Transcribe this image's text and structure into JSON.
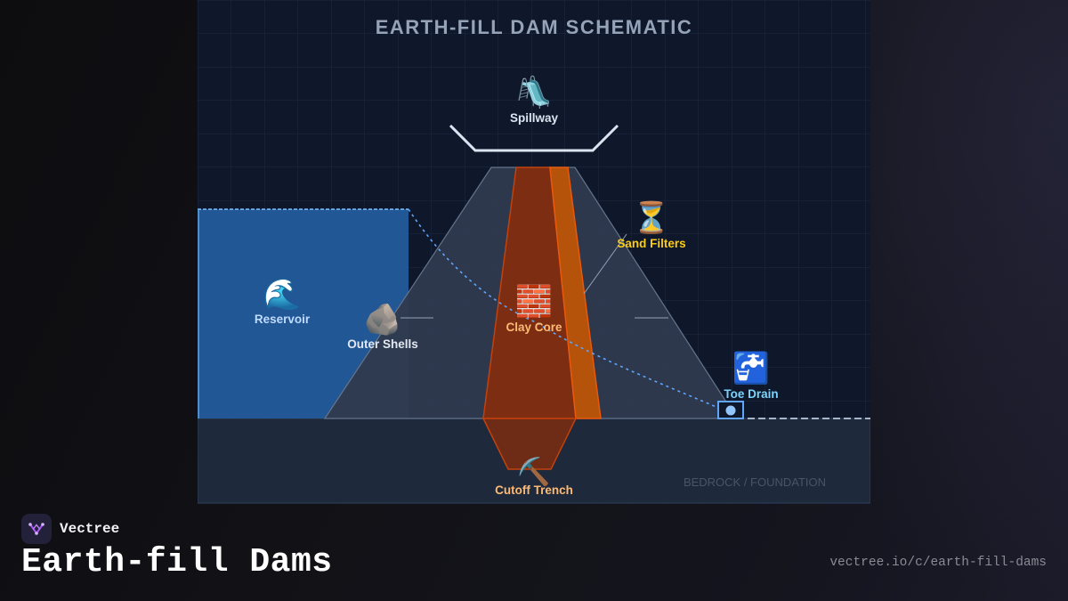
{
  "diagram": {
    "title": "EARTH-FILL DAM SCHEMATIC",
    "labels": {
      "spillway": "Spillway",
      "sand_filters": "Sand Filters",
      "reservoir": "Reservoir",
      "outer_shells": "Outer Shells",
      "clay_core": "Clay Core",
      "toe_drain": "Toe Drain",
      "cutoff_trench": "Cutoff Trench",
      "bedrock": "BEDROCK / FOUNDATION"
    },
    "icons": {
      "spillway": "slide-icon",
      "sand_filters": "hourglass-icon",
      "reservoir": "wave-icon",
      "outer_shells": "rock-icon",
      "clay_core": "brick-icon",
      "toe_drain": "faucet-icon",
      "cutoff_trench": "pick-icon"
    },
    "colors": {
      "background": "#0f172a",
      "water": "#2563a8",
      "shell": "#2f3b4f",
      "core": "#7c2d12",
      "filter": "#b45309",
      "phreatic_line": "#60a5fa",
      "foundation": "#1e293b"
    }
  },
  "footer": {
    "brand": "Vectree",
    "title": "Earth-fill Dams",
    "url": "vectree.io/c/earth-fill-dams"
  }
}
